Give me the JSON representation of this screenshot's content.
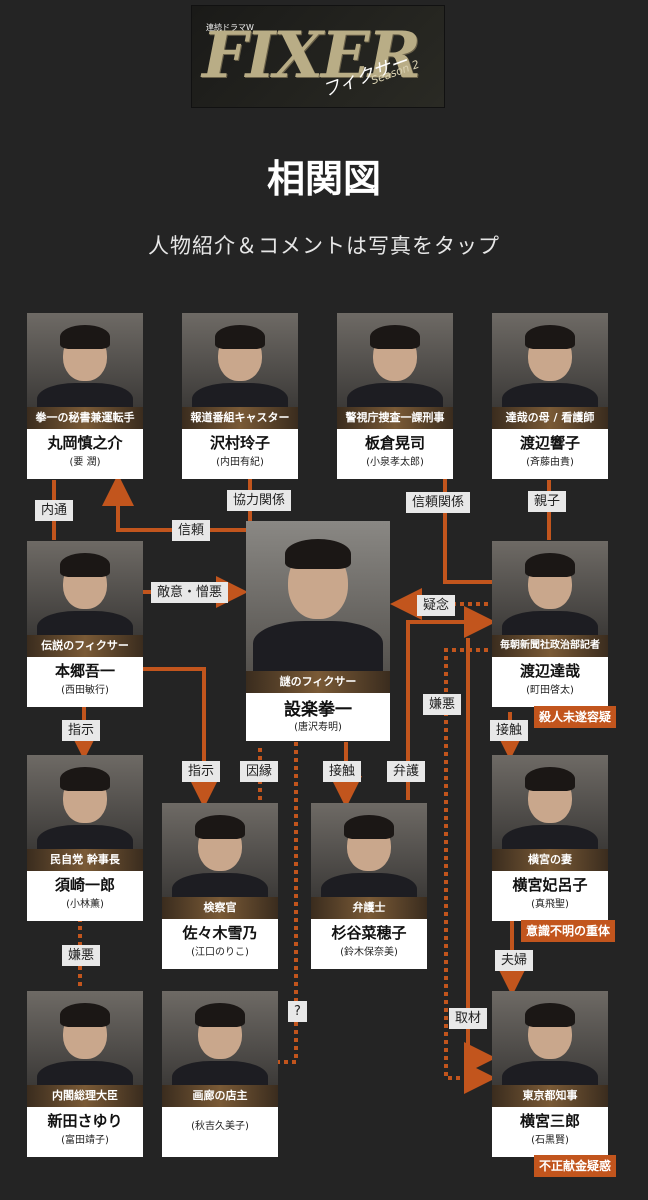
{
  "logo": {
    "sub": "連続ドラマW",
    "main": "FIXER",
    "kana": "フィクサー",
    "season": "Season 2"
  },
  "title": "相関図",
  "subtitle": "人物紹介＆コメントは写真をタップ",
  "characters": {
    "maruoka": {
      "role": "拳一の秘書兼運転手",
      "name": "丸岡慎之介",
      "actor": "(要 潤)"
    },
    "sawamura": {
      "role": "報道番組キャスター",
      "name": "沢村玲子",
      "actor": "(内田有紀)"
    },
    "itakura": {
      "role": "警視庁捜査一課刑事",
      "name": "板倉晃司",
      "actor": "(小泉孝太郎)"
    },
    "kyoko": {
      "role": "達哉の母 / 看護師",
      "name": "渡辺響子",
      "actor": "(斉藤由貴)"
    },
    "hongo": {
      "role": "伝説のフィクサー",
      "name": "本郷吾一",
      "actor": "(西田敏行)"
    },
    "shitara": {
      "role": "謎のフィクサー",
      "name": "設楽拳一",
      "actor": "(唐沢寿明)"
    },
    "tatsuya": {
      "role": "毎朝新聞社政治部記者",
      "name": "渡辺達哉",
      "actor": "(町田啓太)"
    },
    "suzaki": {
      "role": "民自党 幹事長",
      "name": "須崎一郎",
      "actor": "(小林薫)"
    },
    "sasaki": {
      "role": "検察官",
      "name": "佐々木雪乃",
      "actor": "(江口のりこ)"
    },
    "sugitani": {
      "role": "弁護士",
      "name": "杉谷菜穂子",
      "actor": "(鈴木保奈美)"
    },
    "hiroko": {
      "role": "横宮の妻",
      "name": "横宮妃呂子",
      "actor": "(真飛聖)"
    },
    "nitta": {
      "role": "内閣総理大臣",
      "name": "新田さゆり",
      "actor": "(富田靖子)"
    },
    "garo": {
      "role": "画廊の店主",
      "name": "",
      "actor": "(秋吉久美子)"
    },
    "yokomiya": {
      "role": "東京都知事",
      "name": "横宮三郎",
      "actor": "(石黒賢)"
    }
  },
  "relations": {
    "naitsu": "内通",
    "shinrai": "信頼",
    "kyoryoku": "協力関係",
    "shinrai_kankei": "信頼関係",
    "oyako": "親子",
    "tekii": "敵意・憎悪",
    "ginen": "疑念",
    "shiji1": "指示",
    "shiji2": "指示",
    "inen": "因縁",
    "sesshoku1": "接触",
    "bengo": "弁護",
    "keno1": "嫌悪",
    "sesshoku2": "接触",
    "keno2": "嫌悪",
    "fufu": "夫婦",
    "shuzai": "取材",
    "question": "?"
  },
  "badges": {
    "tatsuya": "殺人未遂容疑",
    "hiroko": "意識不明の重体",
    "yokomiya": "不正献金疑惑"
  },
  "colors": {
    "background": "#242424",
    "line": "#c2551d",
    "label_bg": "#e8e8e8",
    "badge": "#c2551d"
  }
}
